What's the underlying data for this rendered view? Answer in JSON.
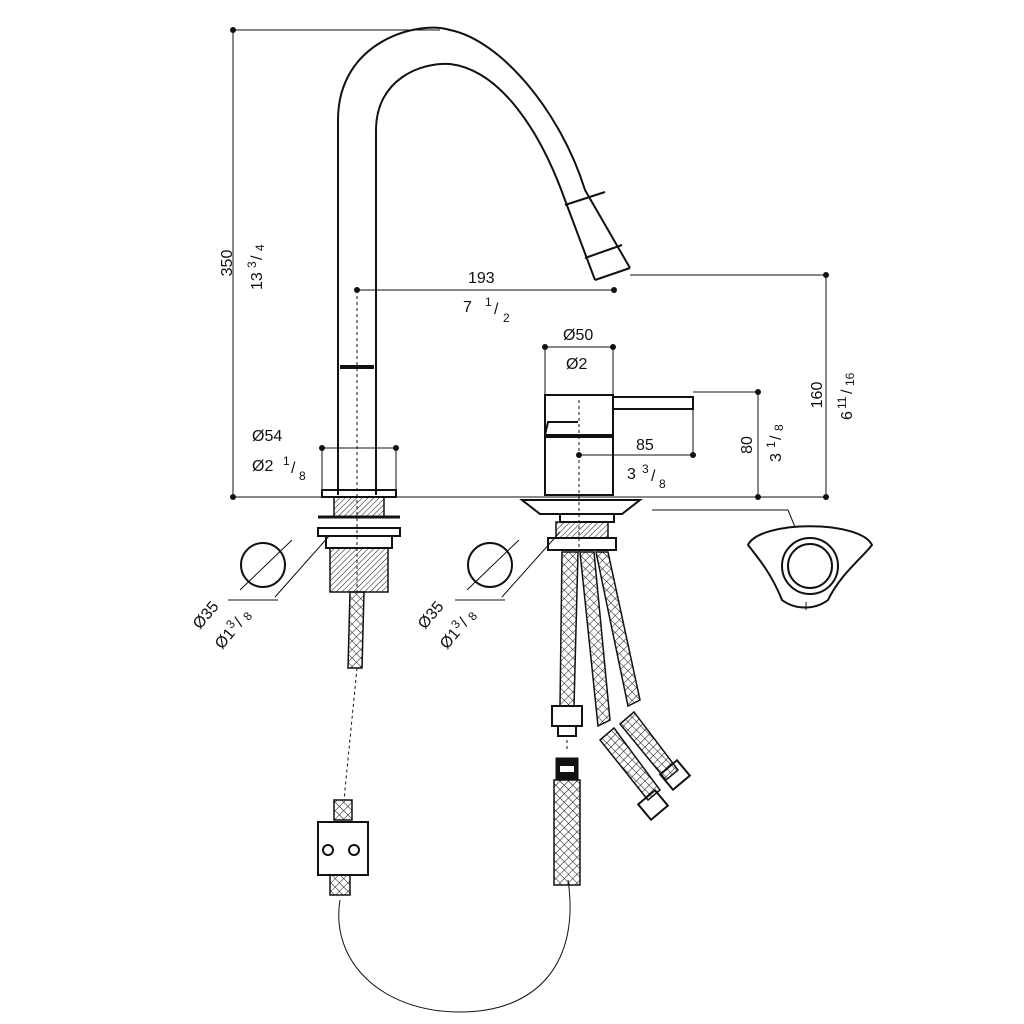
{
  "dimensions": {
    "overall_height": {
      "metric": "350",
      "imperial_whole": "13",
      "imperial_num": "3",
      "imperial_den": "4"
    },
    "spout_reach": {
      "metric": "193",
      "imperial_whole": "7",
      "imperial_num": "1",
      "imperial_den": "2"
    },
    "spout_height": {
      "metric": "160",
      "imperial_whole": "6",
      "imperial_num": "11",
      "imperial_den": "16"
    },
    "mixer_diameter": {
      "metric": "Ø50",
      "imperial": "Ø2"
    },
    "mixer_height": {
      "metric": "80",
      "imperial_whole": "3",
      "imperial_num": "1",
      "imperial_den": "8"
    },
    "lever_length": {
      "metric": "85",
      "imperial_whole": "3",
      "imperial_num": "3",
      "imperial_den": "8"
    },
    "spout_base_diameter": {
      "metric": "Ø54",
      "imperial_whole": "Ø2",
      "imperial_num": "1",
      "imperial_den": "8"
    },
    "hole_left": {
      "metric": "Ø35",
      "imperial_whole": "Ø1",
      "imperial_num": "3",
      "imperial_den": "8"
    },
    "hole_right": {
      "metric": "Ø35",
      "imperial_whole": "Ø1",
      "imperial_num": "3",
      "imperial_den": "8"
    }
  }
}
